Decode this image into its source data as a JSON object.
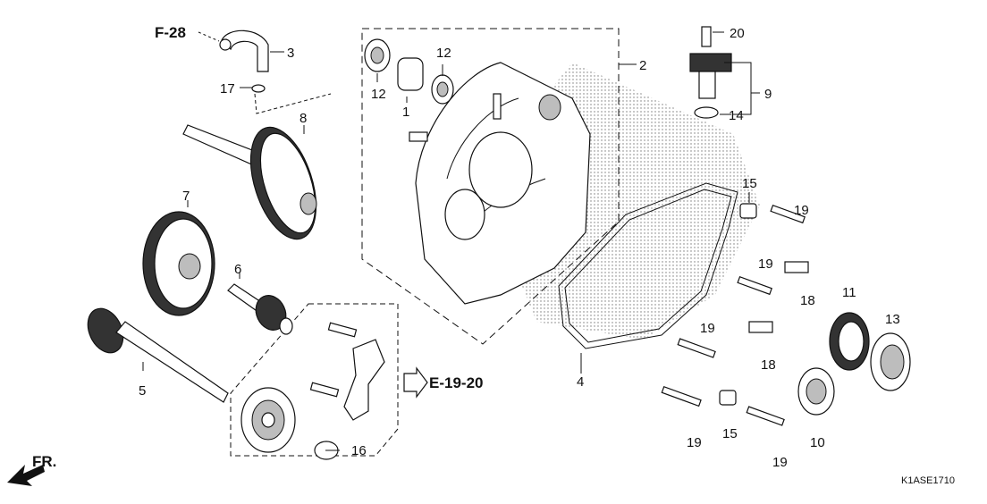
{
  "diagram_code": "K1ASE1710",
  "direction_label": "FR.",
  "refs": {
    "top_ref": "F-28",
    "side_ref": "E-19-20"
  },
  "callouts": {
    "c1": "1",
    "c2": "2",
    "c3": "3",
    "c4": "4",
    "c5": "5",
    "c6": "6",
    "c7": "7",
    "c8": "8",
    "c9": "9",
    "c10": "10",
    "c11": "11",
    "c12a": "12",
    "c12b": "12",
    "c13": "13",
    "c14": "14",
    "c15a": "15",
    "c15b": "15",
    "c16": "16",
    "c17": "17",
    "c18a": "18",
    "c18b": "18",
    "c19a": "19",
    "c19b": "19",
    "c19c": "19",
    "c19d": "19",
    "c19e": "19",
    "c20": "20"
  }
}
